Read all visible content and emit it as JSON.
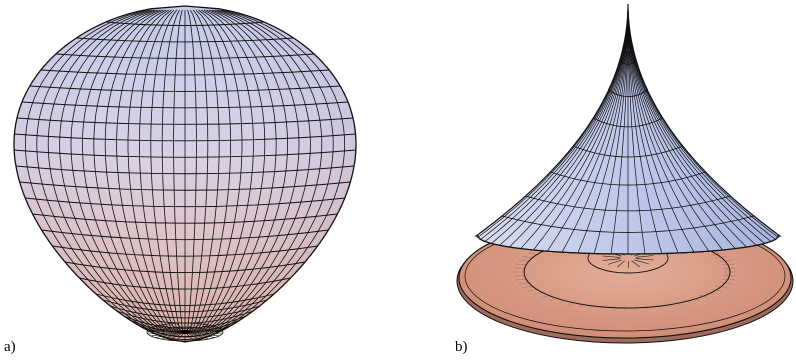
{
  "panels": [
    {
      "id": "a",
      "label": "a)",
      "shape": "egg-shaped closed surface, mesh wireframe"
    },
    {
      "id": "b",
      "label": "b)",
      "shape": "cusped cone / trumpet surface over flat disc, mesh wireframe"
    }
  ],
  "colors": {
    "surface_top": "#c5cdec",
    "surface_mid": "#d9cdde",
    "surface_bottom": "#e2b6a5",
    "disc_fill": "#d89a83",
    "disc_edge": "#c7907e",
    "mesh_line": "#111111",
    "background": "#ffffff"
  }
}
